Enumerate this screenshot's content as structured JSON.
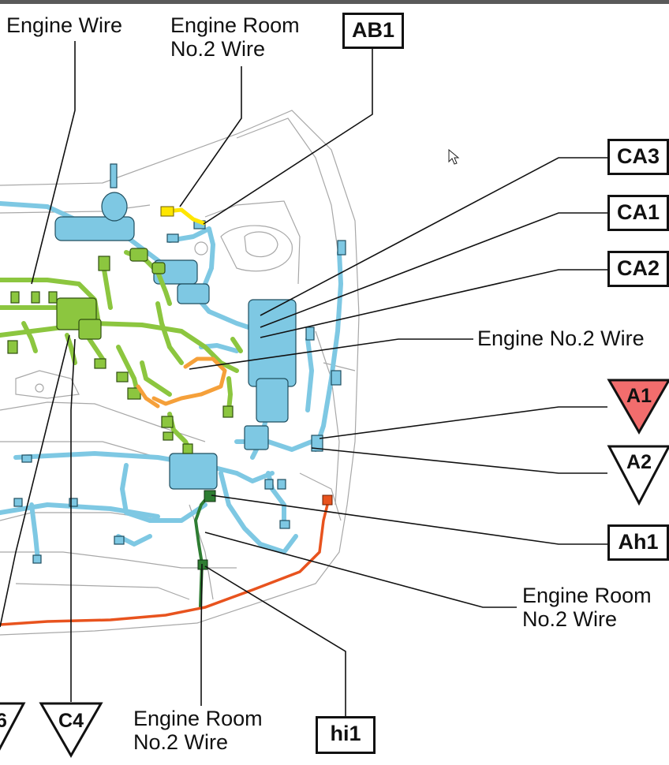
{
  "colors": {
    "harness_green": "#8cc63f",
    "harness_blue": "#7ec8e3",
    "harness_orange": "#f5a03a",
    "harness_darkgreen": "#2e7d32",
    "harness_red_orange": "#e8531e",
    "connector_yellow": "#ffe600",
    "highlight_red": "#f26d6d",
    "outline": "#111111",
    "body_line": "#9a9a9a"
  },
  "labels": {
    "engine_wire": "Engine Wire",
    "engine_room_no2_top": [
      "Engine Room",
      "No.2 Wire"
    ],
    "engine_no2_wire": "Engine No.2 Wire",
    "engine_room_no2_right": [
      "Engine Room",
      "No.2 Wire"
    ],
    "engine_room_no2_bottom": [
      "Engine Room",
      "No.2 Wire"
    ]
  },
  "connectors": {
    "ab1": "AB1",
    "ca3": "CA3",
    "ca1": "CA1",
    "ca2": "CA2",
    "ah1": "Ah1",
    "hi1": "hi1"
  },
  "triangles": {
    "a1": "A1",
    "a2": "A2",
    "c4": "C4",
    "partial_left": "6"
  }
}
